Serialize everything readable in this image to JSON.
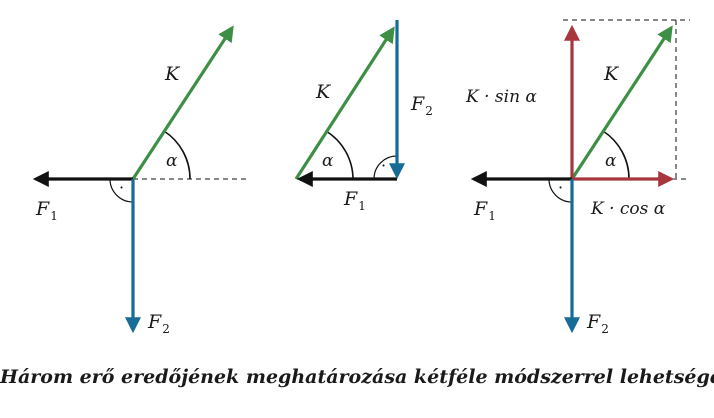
{
  "colors": {
    "green": "#3d8f45",
    "blue": "#166c96",
    "red": "#a8363c",
    "black": "#111111"
  },
  "labels": {
    "k": "K",
    "f": "F",
    "sub1": "1",
    "sub2": "2",
    "alpha": "α",
    "dot": "·",
    "k_sin_a": "K · sin α",
    "k_cos_a": "K · cos α"
  },
  "caption": "Három erő eredőjének meghatározása kétféle módszerrel lehetséges"
}
